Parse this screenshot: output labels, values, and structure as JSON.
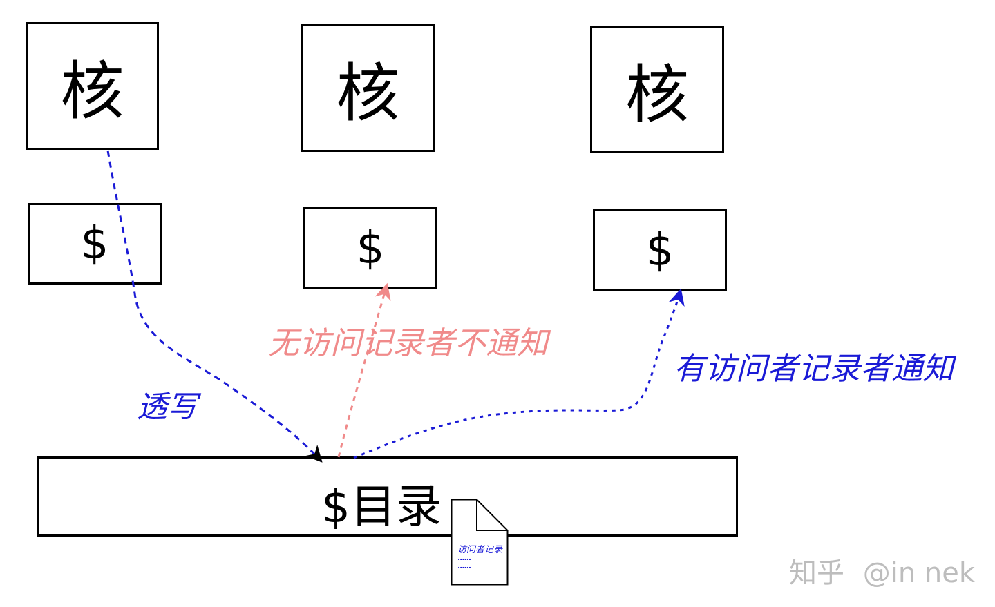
{
  "cores": [
    {
      "label": "核"
    },
    {
      "label": "核"
    },
    {
      "label": "核"
    }
  ],
  "caches": [
    {
      "label": "$"
    },
    {
      "label": "$"
    },
    {
      "label": "$"
    }
  ],
  "directory": {
    "label": "$目录"
  },
  "edges": {
    "write_through": {
      "label": "透写",
      "color": "#1a1ad6"
    },
    "no_notify": {
      "label": "无访问记录者不通知",
      "color": "#f08a8a"
    },
    "notify": {
      "label": "有访问者记录者通知",
      "color": "#1a1ad6"
    }
  },
  "document_icon": {
    "title": "访问者记录",
    "line1": "......",
    "line2": "......",
    "color": "#1a1ad6"
  },
  "watermark": {
    "site": "知乎",
    "author": "@in nek"
  }
}
